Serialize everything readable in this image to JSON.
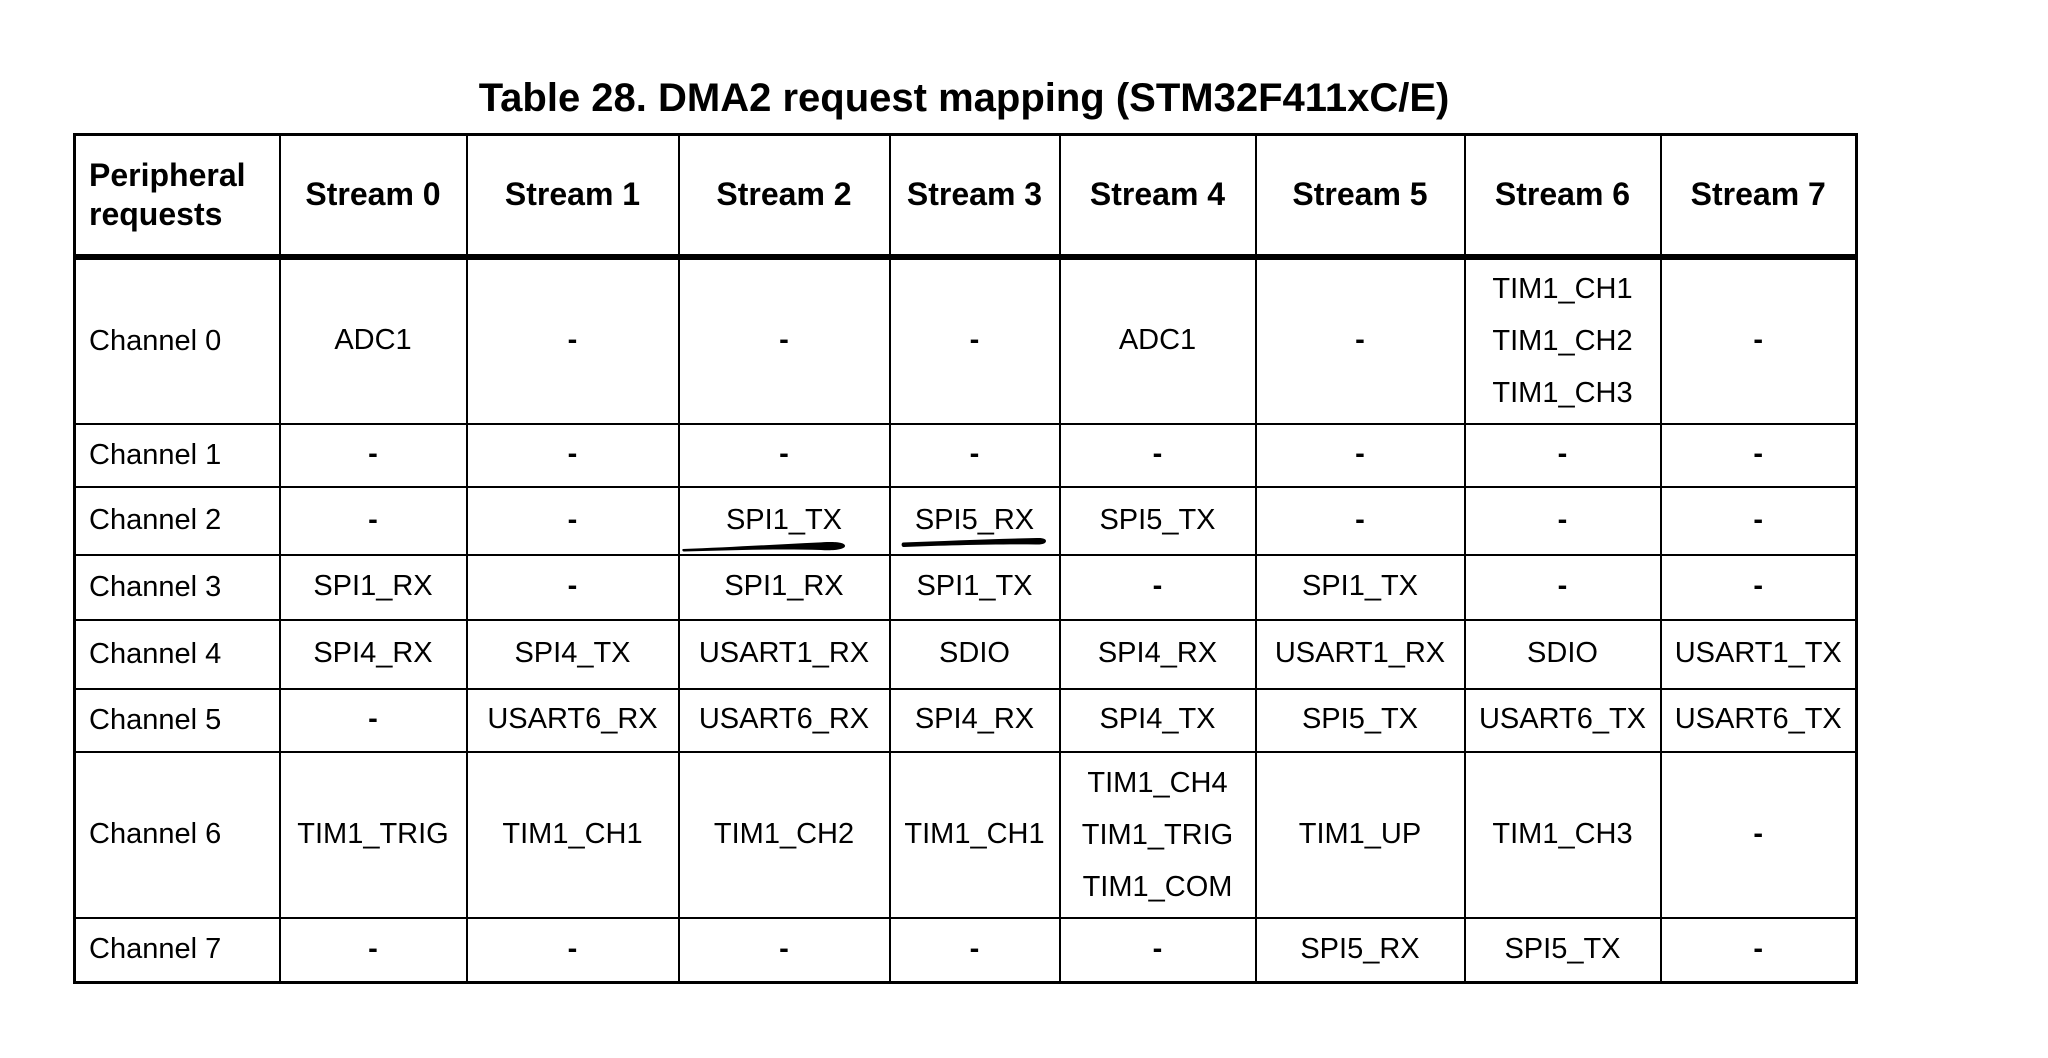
{
  "title": "Table 28. DMA2 request mapping (STM32F411xC/E)",
  "colors": {
    "text": "#000000",
    "border": "#000000",
    "background": "#ffffff",
    "annotation_ink": "#000000"
  },
  "table": {
    "corner_header": "Peripheral requests",
    "stream_headers": [
      "Stream 0",
      "Stream 1",
      "Stream 2",
      "Stream 3",
      "Stream 4",
      "Stream 5",
      "Stream 6",
      "Stream 7"
    ],
    "rows": [
      {
        "label": "Channel 0",
        "cells": [
          [
            "ADC1"
          ],
          [
            "-"
          ],
          [
            "-"
          ],
          [
            "-"
          ],
          [
            "ADC1"
          ],
          [
            "-"
          ],
          [
            "TIM1_CH1",
            "TIM1_CH2",
            "TIM1_CH3"
          ],
          [
            "-"
          ]
        ]
      },
      {
        "label": "Channel 1",
        "cells": [
          [
            "-"
          ],
          [
            "-"
          ],
          [
            "-"
          ],
          [
            "-"
          ],
          [
            "-"
          ],
          [
            "-"
          ],
          [
            "-"
          ],
          [
            "-"
          ]
        ]
      },
      {
        "label": "Channel 2",
        "cells": [
          [
            "-"
          ],
          [
            "-"
          ],
          [
            "SPI1_TX"
          ],
          [
            "SPI5_RX"
          ],
          [
            "SPI5_TX"
          ],
          [
            "-"
          ],
          [
            "-"
          ],
          [
            "-"
          ]
        ]
      },
      {
        "label": "Channel 3",
        "cells": [
          [
            "SPI1_RX"
          ],
          [
            "-"
          ],
          [
            "SPI1_RX"
          ],
          [
            "SPI1_TX"
          ],
          [
            "-"
          ],
          [
            "SPI1_TX"
          ],
          [
            "-"
          ],
          [
            "-"
          ]
        ]
      },
      {
        "label": "Channel 4",
        "cells": [
          [
            "SPI4_RX"
          ],
          [
            "SPI4_TX"
          ],
          [
            "USART1_RX"
          ],
          [
            "SDIO"
          ],
          [
            "SPI4_RX"
          ],
          [
            "USART1_RX"
          ],
          [
            "SDIO"
          ],
          [
            "USART1_TX"
          ]
        ]
      },
      {
        "label": "Channel 5",
        "cells": [
          [
            "-"
          ],
          [
            "USART6_RX"
          ],
          [
            "USART6_RX"
          ],
          [
            "SPI4_RX"
          ],
          [
            "SPI4_TX"
          ],
          [
            "SPI5_TX"
          ],
          [
            "USART6_TX"
          ],
          [
            "USART6_TX"
          ]
        ]
      },
      {
        "label": "Channel 6",
        "cells": [
          [
            "TIM1_TRIG"
          ],
          [
            "TIM1_CH1"
          ],
          [
            "TIM1_CH2"
          ],
          [
            "TIM1_CH1"
          ],
          [
            "TIM1_CH4",
            "TIM1_TRIG",
            "TIM1_COM"
          ],
          [
            "TIM1_UP"
          ],
          [
            "TIM1_CH3"
          ],
          [
            "-"
          ]
        ]
      },
      {
        "label": "Channel 7",
        "cells": [
          [
            "-"
          ],
          [
            "-"
          ],
          [
            "-"
          ],
          [
            "-"
          ],
          [
            "-"
          ],
          [
            "SPI5_RX"
          ],
          [
            "SPI5_TX"
          ],
          [
            "-"
          ]
        ]
      }
    ]
  },
  "annotations": [
    {
      "type": "hand-drawn-underline",
      "row": "Channel 2",
      "stream": "Stream 2",
      "under_text": "SPI1_TX"
    },
    {
      "type": "hand-drawn-underline",
      "row": "Channel 2",
      "stream": "Stream 3",
      "under_text": "SPI5_RX"
    }
  ]
}
